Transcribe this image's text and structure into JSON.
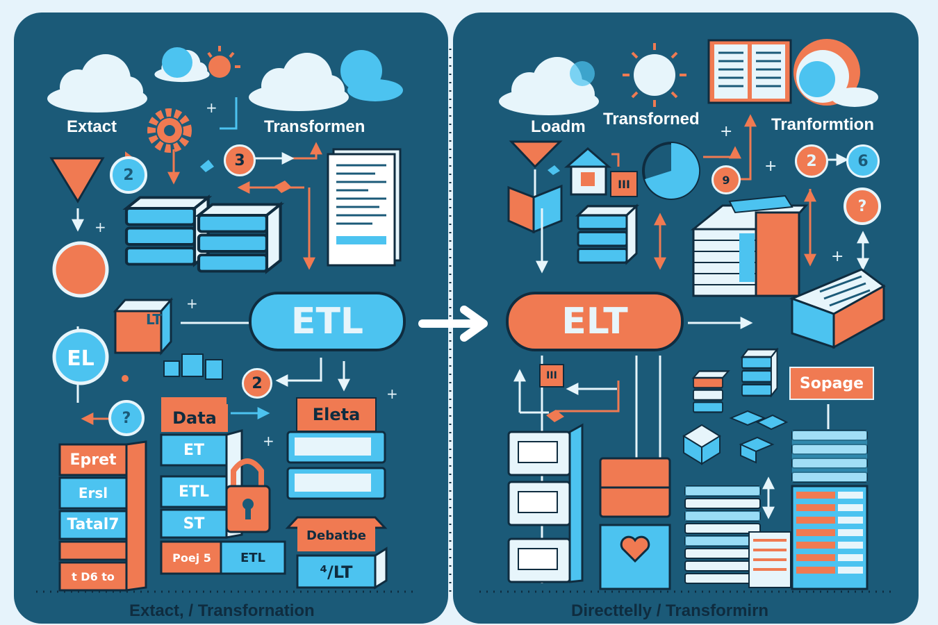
{
  "colors": {
    "panel": "#1b5a78",
    "orange": "#f07a52",
    "blue": "#4cc3f0",
    "light": "#e7f5fb",
    "navy": "#0f2c3f",
    "bg": "#e6f3fb"
  },
  "etl_panel": {
    "labels": {
      "extract": "Extact",
      "transform": "Transformen"
    },
    "pill": "ETL",
    "badges": {
      "two_a": "2",
      "three": "3",
      "two_b": "2",
      "el": "EL",
      "lt_cube": "LT",
      "question": "?"
    },
    "tags": {
      "data": "Data",
      "eleta": "Eleta",
      "debatbe": "Debatbe"
    },
    "stack_left": [
      "Epret",
      "Ersl",
      "Tatal7",
      "",
      "t D6 to"
    ],
    "stack_mid": [
      "ET",
      "ETL",
      "ST"
    ],
    "stack_mid_bottom": {
      "left": "Poej 5",
      "right": "ETL"
    },
    "box_right_bottom": "⁴/LT",
    "footer": "Extact, / Transfornation"
  },
  "elt_panel": {
    "labels": {
      "load": "Loadm",
      "transformed": "Transforned",
      "transformation": "Tranformtion"
    },
    "pill": "ELT",
    "badges": {
      "nine": "9",
      "two": "2",
      "six": "6",
      "question": "?"
    },
    "tags": {
      "sopage": "Sopage",
      "pause_a": "III",
      "pause_b": "III"
    },
    "footer": "Directtelly / Transformirn"
  },
  "icons": [
    "cloud-icon",
    "sun-icon",
    "gear-icon",
    "document-icon",
    "server-icon",
    "database-icon",
    "lock-icon",
    "heart-icon",
    "funnel-icon",
    "house-icon",
    "book-icon",
    "arrow-right-icon"
  ]
}
